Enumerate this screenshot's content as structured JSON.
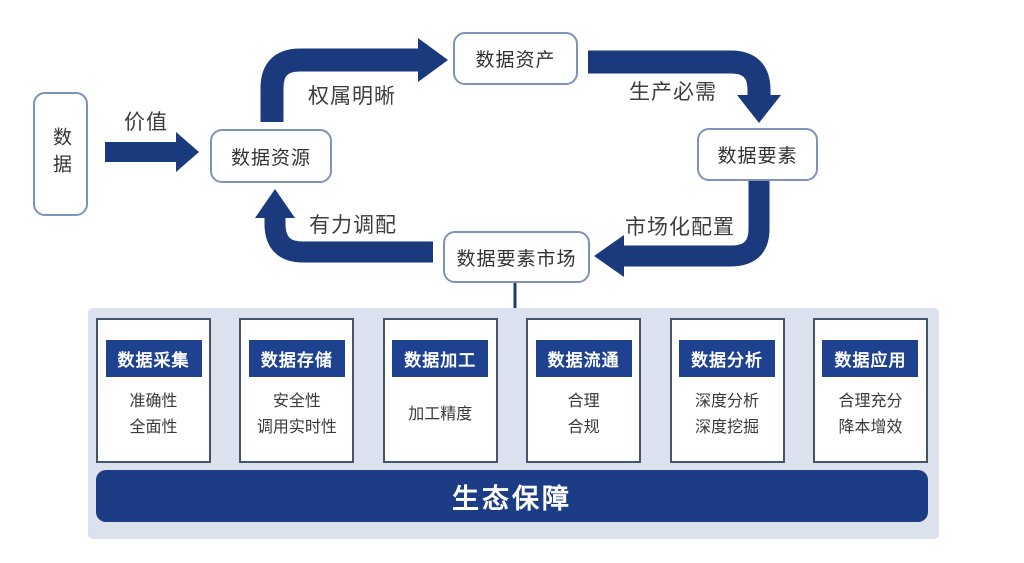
{
  "palette": {
    "navy": "#1b3a7e",
    "chip_navy": "#1e4190",
    "node_border": "#7e93bc",
    "card_border": "#46536c",
    "panel_bg": "#dce1ee",
    "text": "#333333"
  },
  "cycle": {
    "nodes": {
      "data": {
        "label": "数据"
      },
      "resource": {
        "label": "数据资源"
      },
      "asset": {
        "label": "数据资产"
      },
      "element": {
        "label": "数据要素"
      },
      "market": {
        "label": "数据要素市场"
      }
    },
    "edges": {
      "value": "价值",
      "ownership": "权属明晰",
      "production": "生产必需",
      "market_config": "市场化配置",
      "allocation": "有力调配"
    }
  },
  "panel": {
    "cards": [
      {
        "title": "数据采集",
        "lines": [
          "准确性",
          "全面性"
        ]
      },
      {
        "title": "数据存储",
        "lines": [
          "安全性",
          "调用实时性"
        ]
      },
      {
        "title": "数据加工",
        "lines": [
          "加工精度"
        ]
      },
      {
        "title": "数据流通",
        "lines": [
          "合理",
          "合规"
        ]
      },
      {
        "title": "数据分析",
        "lines": [
          "深度分析",
          "深度挖掘"
        ]
      },
      {
        "title": "数据应用",
        "lines": [
          "合理充分",
          "降本增效"
        ]
      }
    ],
    "footer": "生态保障"
  }
}
